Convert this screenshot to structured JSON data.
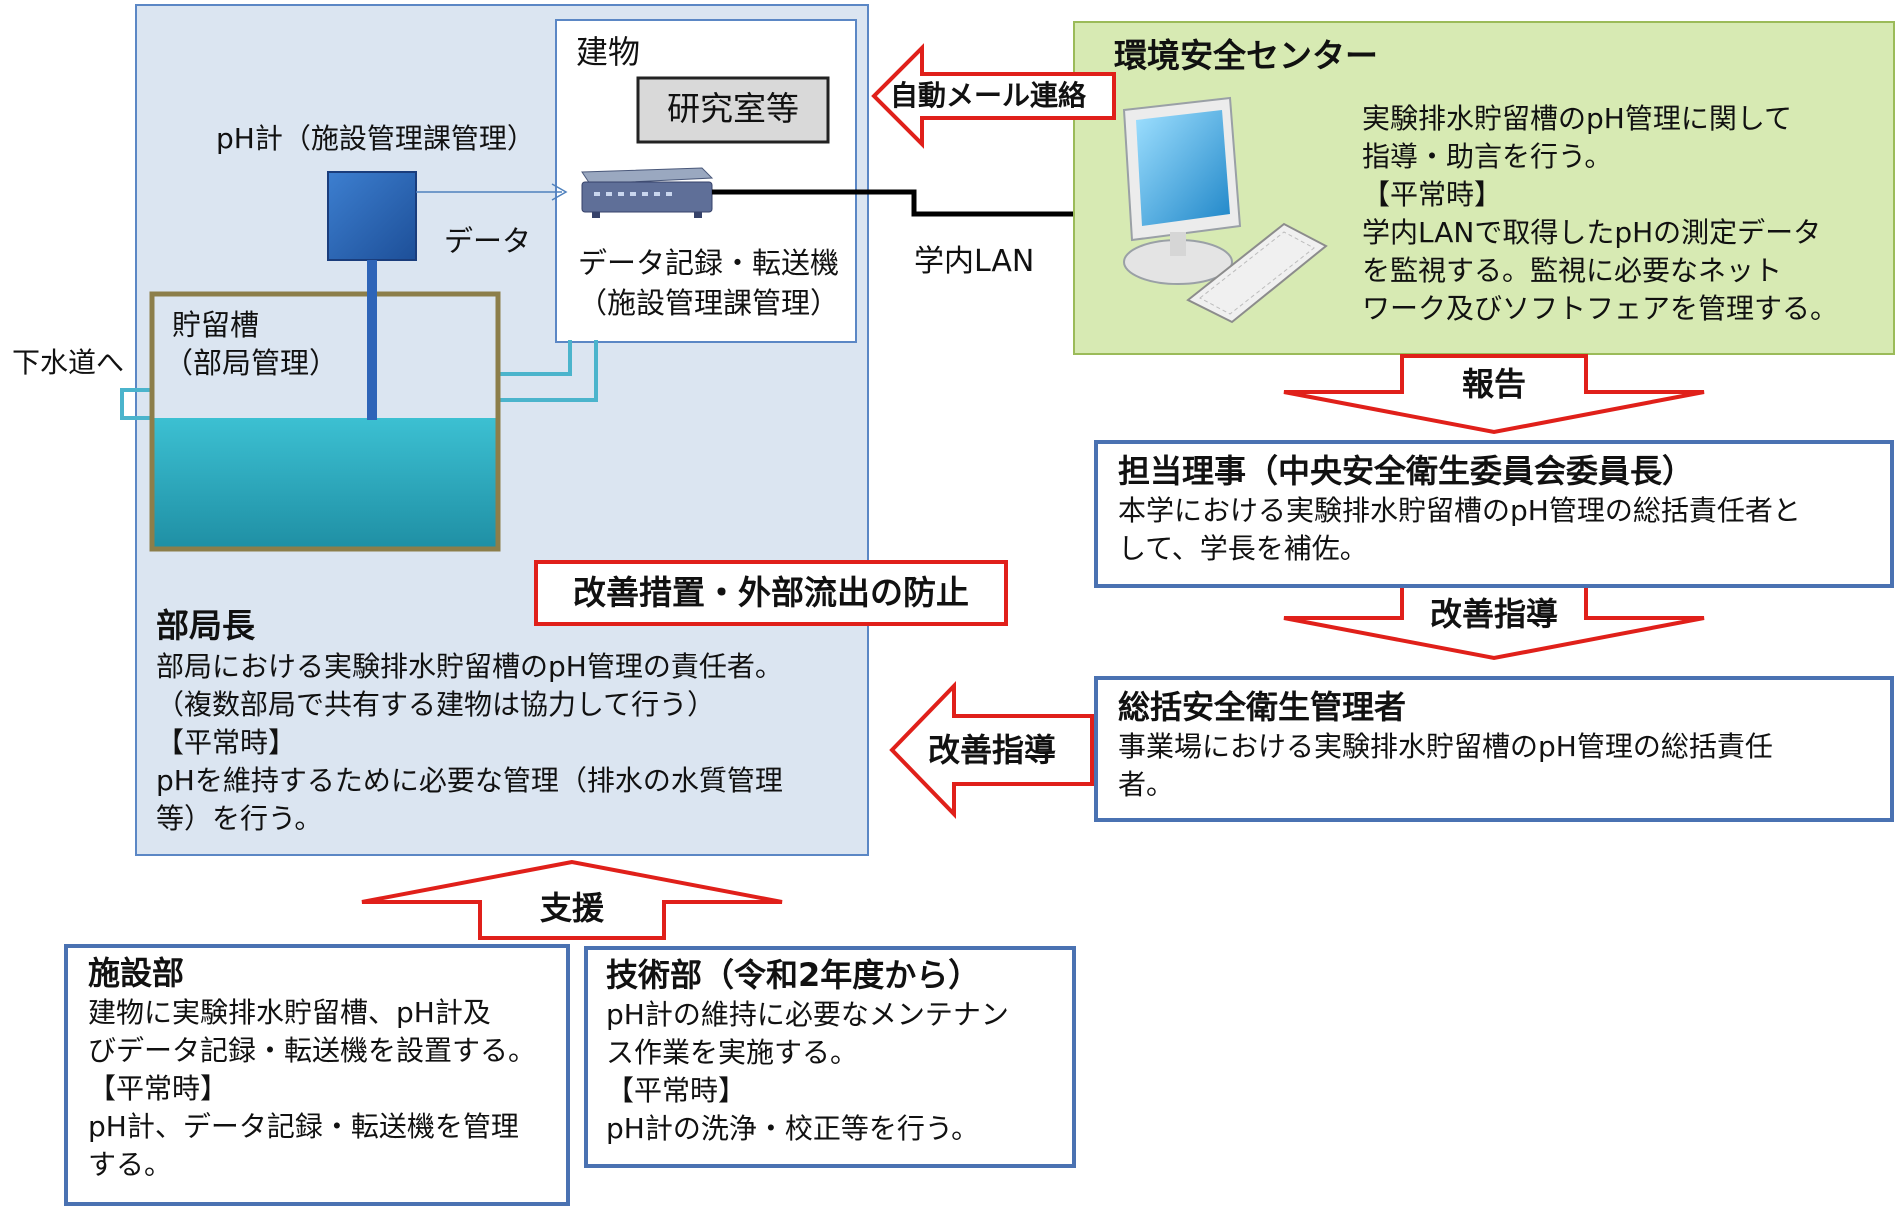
{
  "bukyoku": {
    "ph_meter_label": "pH計（施設管理課管理）",
    "data_label": "データ",
    "tank_label": "貯留槽",
    "tank_sub": "（部局管理）",
    "sewer_label": "下水道へ",
    "building_label": "建物",
    "lab_label": "研究室等",
    "recorder_label_1": "データ記録・転送機",
    "recorder_label_2": "（施設管理課管理）",
    "prevent_label": "改善措置・外部流出の防止",
    "head_title": "部局長",
    "head_lines": [
      "部局における実験排水貯留槽のpH管理の責任者。",
      "（複数部局で共有する建物は協力して行う）",
      "【平常時】",
      "pHを維持するために必要な管理（排水の水質管理",
      "等）を行う。"
    ]
  },
  "lan_label": "学内LAN",
  "auto_mail_label": "自動メール連絡",
  "center": {
    "title": "環境安全センター",
    "lines": [
      "実験排水貯留槽のpH管理に関して",
      "指導・助言を行う。",
      "【平常時】",
      "学内LANで取得したpHの測定データ",
      "を監視する。監視に必要なネット",
      "ワーク及びソフトフェアを管理する。"
    ]
  },
  "report_label": "報告",
  "director": {
    "title": "担当理事（中央安全衛生委員会委員長）",
    "lines": [
      "本学における実験排水貯留槽のpH管理の総括責任者と",
      "して、学長を補佐。"
    ]
  },
  "improve_label_1": "改善指導",
  "manager": {
    "title": "総括安全衛生管理者",
    "lines": [
      "事業場における実験排水貯留槽のpH管理の総括責任",
      "者。"
    ]
  },
  "improve_label_2": "改善指導",
  "support_label": "支援",
  "facilities": {
    "title": "施設部",
    "lines": [
      "建物に実験排水貯留槽、pH計及",
      "びデータ記録・転送機を設置する。",
      "【平常時】",
      "pH計、データ記録・転送機を管理",
      "する。"
    ]
  },
  "technical": {
    "title": "技術部（令和2年度から）",
    "lines": [
      "pH計の維持に必要なメンテナン",
      "ス作業を実施する。",
      "【平常時】",
      "pH計の洗浄・校正等を行う。"
    ]
  },
  "colors": {
    "dept_bg": "#dbe5f1",
    "dept_border": "#5b87c5",
    "center_bg": "#d7eab3",
    "center_border": "#9bbb59",
    "water": "#2fa6b8",
    "tank_border": "#8c7e4a",
    "box_border": "#4a72b2",
    "red": "#e0201a"
  }
}
